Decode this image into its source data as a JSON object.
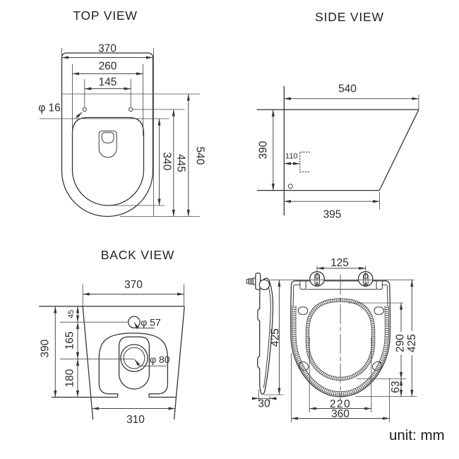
{
  "page": {
    "background": "#ffffff",
    "unit_note": "unit: mm",
    "line_color": "#2f2f2f",
    "dim_color": "#424242"
  },
  "top_view": {
    "title": "TOP VIEW",
    "dims": {
      "overall_width": "370",
      "rim_width": "260",
      "fixing_hole_spacing": "145",
      "fixing_hole_diameter": "φ 16",
      "rim_depth": "340",
      "hole_line_to_front": "445",
      "overall_depth": "540"
    }
  },
  "side_view": {
    "title": "SIDE VIEW",
    "dims": {
      "top_depth": "540",
      "height": "390",
      "fixing_offset": "110",
      "bottom_depth": "395"
    }
  },
  "back_view": {
    "title": "BACK VIEW",
    "dims": {
      "overall_width": "370",
      "overall_height": "390",
      "top_to_inlet": "45",
      "inlet_to_outlet": "165",
      "outlet_to_bottom": "180",
      "inlet_diameter": "φ 57",
      "outlet_diameter": "φ 80",
      "base_width": "310"
    }
  },
  "seat_view": {
    "dims": {
      "hinge_spacing": "125",
      "profile_length": "425",
      "profile_thickness": "30",
      "opening_length": "290",
      "seat_length": "425",
      "front_rim": "63",
      "opening_width": "220",
      "seat_width": "360"
    }
  }
}
